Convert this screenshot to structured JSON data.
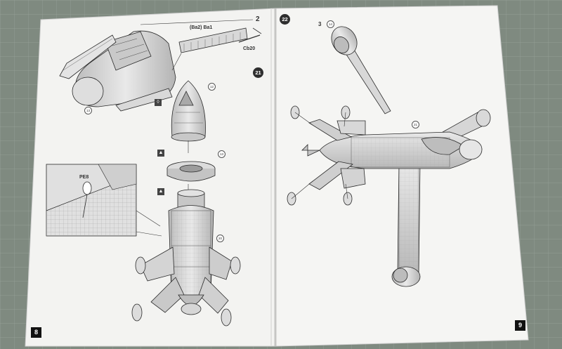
{
  "steps": {
    "left": "21",
    "right": "22"
  },
  "pages": {
    "left": "8",
    "right": "9"
  },
  "labels": {
    "part_pair": "(Ba2) Ba1",
    "part_cb": "Cb20",
    "part_pe": "PE8",
    "step_marker_top": "2",
    "rotate_marker": "3"
  },
  "callouts": {
    "c13": "13",
    "c12": "12",
    "c20": "20",
    "c21": "21",
    "c14": "14"
  },
  "colors": {
    "mat": "#7f8a80",
    "paper": "#f2f2f0",
    "panel": "#cfcfcf",
    "line": "#2a2a2a",
    "accent": "#3a3a3a"
  },
  "icons": [
    "warning-icon",
    "glue-icon",
    "cutting-mat-grid"
  ]
}
